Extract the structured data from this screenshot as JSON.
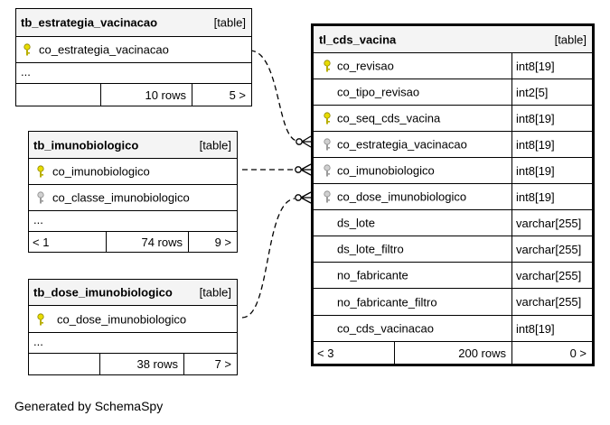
{
  "footer": "Generated by SchemaSpy",
  "tables": {
    "estrategia": {
      "name": "tb_estrategia_vacinacao",
      "type": "[table]",
      "columns": [
        {
          "name": "co_estrategia_vacinacao",
          "key": "primary"
        }
      ],
      "ellipsis": "...",
      "parents": "",
      "rows": "10 rows",
      "children": "5 >"
    },
    "imuno": {
      "name": "tb_imunobiologico",
      "type": "[table]",
      "columns": [
        {
          "name": "co_imunobiologico",
          "key": "primary"
        },
        {
          "name": "co_classe_imunobiologico",
          "key": "foreign"
        }
      ],
      "ellipsis": "...",
      "parents": "< 1",
      "rows": "74 rows",
      "children": "9 >"
    },
    "dose": {
      "name": "tb_dose_imunobiologico",
      "type": "[table]",
      "columns": [
        {
          "name": "co_dose_imunobiologico",
          "key": "primary"
        }
      ],
      "ellipsis": "...",
      "parents": "",
      "rows": "38 rows",
      "children": "7 >"
    },
    "vacina": {
      "name": "tl_cds_vacina",
      "type": "[table]",
      "columns": [
        {
          "name": "co_revisao",
          "type": "int8[19]",
          "key": "primary"
        },
        {
          "name": "co_tipo_revisao",
          "type": "int2[5]",
          "key": "none"
        },
        {
          "name": "co_seq_cds_vacina",
          "type": "int8[19]",
          "key": "primary"
        },
        {
          "name": "co_estrategia_vacinacao",
          "type": "int8[19]",
          "key": "foreign"
        },
        {
          "name": "co_imunobiologico",
          "type": "int8[19]",
          "key": "foreign"
        },
        {
          "name": "co_dose_imunobiologico",
          "type": "int8[19]",
          "key": "foreign"
        },
        {
          "name": "ds_lote",
          "type": "varchar[255]",
          "key": "none"
        },
        {
          "name": "ds_lote_filtro",
          "type": "varchar[255]",
          "key": "none"
        },
        {
          "name": "no_fabricante",
          "type": "varchar[255]",
          "key": "none"
        },
        {
          "name": "no_fabricante_filtro",
          "type": "varchar[255]",
          "key": "none"
        },
        {
          "name": "co_cds_vacinacao",
          "type": "int8[19]",
          "key": "none"
        }
      ],
      "parents": "< 3",
      "rows": "200 rows",
      "children": "0 >"
    }
  }
}
